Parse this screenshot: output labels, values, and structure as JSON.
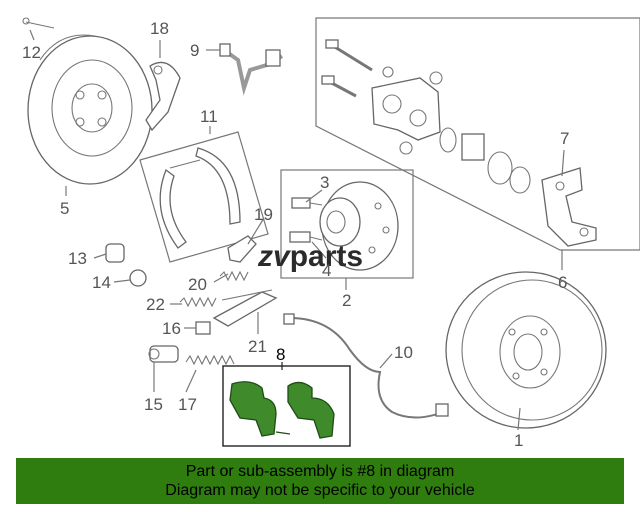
{
  "diagram": {
    "watermark_prefix": "zv",
    "watermark_suffix": "parts",
    "highlight_color": "#3f8a2a",
    "callouts": {
      "c1": "1",
      "c2": "2",
      "c3": "3",
      "c4": "4",
      "c5": "5",
      "c6": "6",
      "c7": "7",
      "c8": "8",
      "c9": "9",
      "c10": "10",
      "c11": "11",
      "c12": "12",
      "c13": "13",
      "c14": "14",
      "c15": "15",
      "c16": "16",
      "c17": "17",
      "c18": "18",
      "c19": "19",
      "c20": "20",
      "c21": "21",
      "c22": "22"
    }
  },
  "banner": {
    "line1": "Part or sub-assembly is #8 in diagram",
    "line2": "Diagram may not be specific to your vehicle",
    "color": "#2e7d0e"
  }
}
